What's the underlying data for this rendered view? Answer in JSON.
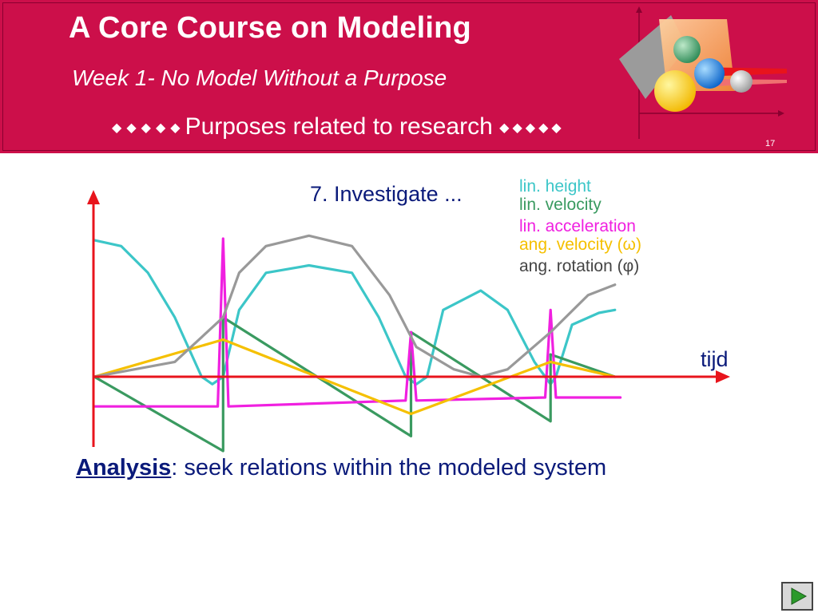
{
  "header": {
    "title": "A Core Course on Modeling",
    "subtitle": "Week 1- No Model Without a Purpose",
    "section_title": "Purposes related to research",
    "slide_number": "17",
    "accent_color": "#cc0f4a"
  },
  "chart_data": {
    "type": "line",
    "title": "7. Investigate ...",
    "xlabel": "tijd",
    "ylabel": "",
    "legend_placement": "top-right",
    "grid": false,
    "xlim": [
      0,
      100
    ],
    "ylim": [
      -100,
      100
    ],
    "series": [
      {
        "name": "lin. height",
        "color": "#3cc6c8",
        "points": [
          [
            0,
            92
          ],
          [
            5,
            88
          ],
          [
            10,
            70
          ],
          [
            15,
            40
          ],
          [
            20,
            0
          ],
          [
            22,
            -5
          ],
          [
            24,
            0
          ],
          [
            27,
            45
          ],
          [
            32,
            70
          ],
          [
            40,
            75
          ],
          [
            48,
            70
          ],
          [
            53,
            40
          ],
          [
            58,
            0
          ],
          [
            60,
            -5
          ],
          [
            62,
            0
          ],
          [
            65,
            45
          ],
          [
            72,
            58
          ],
          [
            77,
            45
          ],
          [
            82,
            10
          ],
          [
            84,
            0
          ],
          [
            85,
            -5
          ],
          [
            86,
            0
          ],
          [
            89,
            35
          ],
          [
            94,
            43
          ],
          [
            97,
            45
          ]
        ]
      },
      {
        "name": "lin. velocity",
        "color": "#3a9a60",
        "points": [
          [
            0,
            0
          ],
          [
            24,
            -50
          ],
          [
            24,
            40
          ],
          [
            59,
            -40
          ],
          [
            59,
            30
          ],
          [
            85,
            -30
          ],
          [
            85,
            15
          ],
          [
            97,
            0
          ]
        ]
      },
      {
        "name": "lin. acceleration",
        "color": "#f020e0",
        "points": [
          [
            0,
            -20
          ],
          [
            23,
            -20
          ],
          [
            24,
            93
          ],
          [
            25,
            -20
          ],
          [
            58,
            -16
          ],
          [
            59,
            30
          ],
          [
            60,
            -16
          ],
          [
            84,
            -14
          ],
          [
            85,
            45
          ],
          [
            86,
            -14
          ],
          [
            98,
            -14
          ]
        ]
      },
      {
        "name": "ang. velocity (ω)",
        "color": "#f5c000",
        "points": [
          [
            0,
            0
          ],
          [
            24,
            25
          ],
          [
            59,
            -25
          ],
          [
            85,
            10
          ],
          [
            97,
            0
          ]
        ]
      },
      {
        "name": "ang. rotation (φ)",
        "color": "#999999",
        "points": [
          [
            0,
            0
          ],
          [
            15,
            10
          ],
          [
            24,
            40
          ],
          [
            27,
            70
          ],
          [
            32,
            88
          ],
          [
            40,
            95
          ],
          [
            48,
            88
          ],
          [
            55,
            55
          ],
          [
            60,
            20
          ],
          [
            67,
            5
          ],
          [
            72,
            0
          ],
          [
            77,
            5
          ],
          [
            85,
            30
          ],
          [
            92,
            55
          ],
          [
            97,
            62
          ]
        ]
      }
    ],
    "legend": [
      {
        "label": "lin. height",
        "color": "#3cc6c8"
      },
      {
        "label": "lin. velocity",
        "color": "#3a9a60"
      },
      {
        "label": "lin. acceleration",
        "color": "#f020e0"
      },
      {
        "label": "ang. velocity (ω)",
        "color": "#f5c000"
      },
      {
        "label": "ang. rotation (φ)",
        "color": "#999999"
      }
    ],
    "axis_color": "#e8141c"
  },
  "analysis": {
    "keyword": "Analysis",
    "text": ": seek relations within the modeled system"
  },
  "nav": {
    "next_icon": "play-triangle-icon"
  }
}
